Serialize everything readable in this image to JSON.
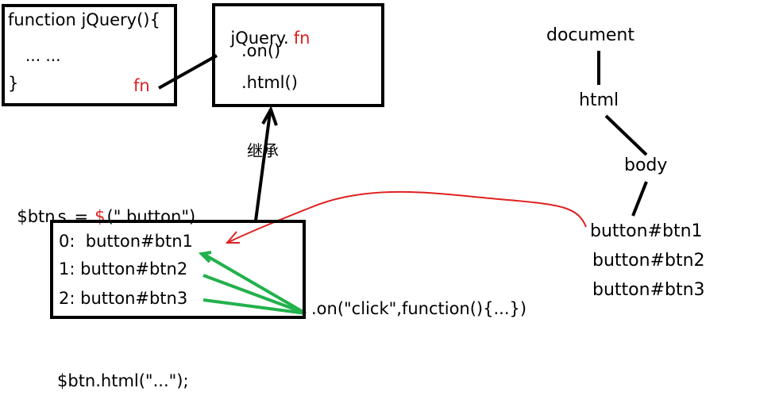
{
  "colors": {
    "ink": "#000000",
    "highlight": "#e02020",
    "green": "#22b14c"
  },
  "func_box": {
    "line1": "function jQuery(){",
    "line2": "... ...",
    "line3": "}",
    "fn_label": "fn"
  },
  "proto_box": {
    "title": "jQuery.",
    "title_fn": "fn",
    "method_on": ".on()",
    "method_html": ".html()"
  },
  "inherit_label": "继承",
  "selector": {
    "var": "$btn",
    "s": "s",
    "eq": "=",
    "dollar": "$",
    "call": "(\" button\")"
  },
  "collection": {
    "items": [
      "0:  button#btn1",
      "1: button#btn2",
      "2: button#btn3"
    ]
  },
  "on_call": ".on(\"click\",function(){...})",
  "html_call": "$btn.html(\"...\");",
  "dom_tree": {
    "document": "document",
    "html": "html",
    "body": "body",
    "buttons": [
      "button#btn1",
      "button#btn2",
      "button#btn3"
    ]
  }
}
